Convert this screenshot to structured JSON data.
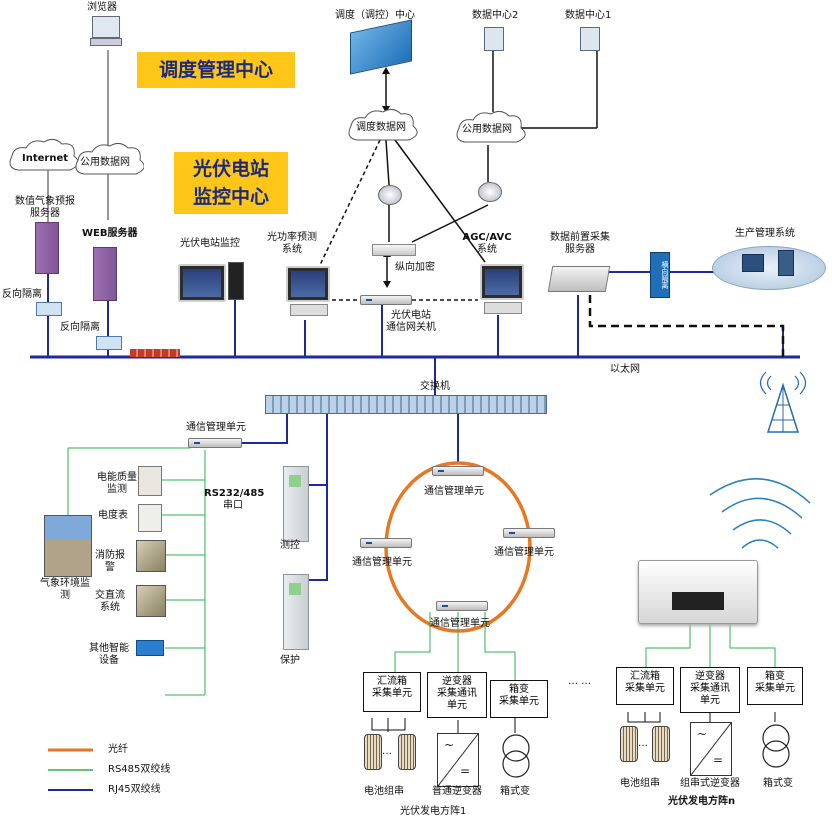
{
  "banners": {
    "dispatch_center": "调度管理中心",
    "pv_station_center_line1": "光伏电站",
    "pv_station_center_line2": "监控中心"
  },
  "top": {
    "browser": "浏览器",
    "dispatch_center": "调度（调控）中心",
    "data_center_2": "数据中心2",
    "data_center_1": "数据中心1",
    "dispatch_network": "调度数据网",
    "public_network_right": "公用数据网",
    "internet": "Internet",
    "public_network_left": "公用数据网"
  },
  "servers": {
    "weather_line1": "数值气象预报",
    "weather_line2": "服务器",
    "web_server": "WEB服务器",
    "reverse_isolation_1": "反向隔离",
    "reverse_isolation_2": "反向隔离",
    "pv_monitor": "光伏电站监控",
    "power_forecast_line1": "光功率预测",
    "power_forecast_line2": "系统",
    "vertical_encryption": "纵向加密",
    "agc_avc_line1": "AGC/AVC",
    "agc_avc_line2": "系统",
    "gateway_line1": "光伏电站",
    "gateway_line2": "通信网关机",
    "front_collect_line1": "数据前置采集",
    "front_collect_line2": "服务器",
    "horizontal_isolation": "横向隔离",
    "production_mgmt": "生产管理系统"
  },
  "network": {
    "ethernet": "以太网",
    "switch": "交换机"
  },
  "left_panel": {
    "comm_unit": "通信管理单元",
    "power_quality_line1": "电能质量",
    "power_quality_line2": "监测",
    "meter": "电度表",
    "rs_port_line1": "RS232/485",
    "rs_port_line2": "串口",
    "fire_alarm_line1": "消防报",
    "fire_alarm_line2": "警",
    "weather_monitor_line1": "气象环境监",
    "weather_monitor_line2": "测",
    "acdc_line1": "交直流",
    "acdc_line2": "系统",
    "other_line1": "其他智能",
    "other_line2": "设备",
    "measure_control": "测控",
    "protection": "保护"
  },
  "ring": {
    "top": "通信管理单元",
    "left": "通信管理单元",
    "right": "通信管理单元",
    "bottom": "通信管理单元"
  },
  "array1": {
    "combiner_line1": "汇流箱",
    "combiner_line2": "采集单元",
    "inverter_line1": "逆变器",
    "inverter_line2": "采集通讯",
    "inverter_line3": "单元",
    "boxtx_line1": "箱变",
    "boxtx_line2": "采集单元",
    "battery_string": "电池组串",
    "normal_inverter": "普通逆变器",
    "box_transformer": "箱式变",
    "title": "光伏发电方阵1",
    "ellipsis_dots": "…",
    "ellipsis": "… …"
  },
  "arrayn": {
    "combiner_line1": "汇流箱",
    "combiner_line2": "采集单元",
    "inverter_line1": "逆变器",
    "inverter_line2": "采集通讯",
    "inverter_line3": "单元",
    "boxtx_line1": "箱变",
    "boxtx_line2": "采集单元",
    "battery_string": "电池组串",
    "string_inverter": "组串式逆变器",
    "box_transformer": "箱式变",
    "title": "光伏发电方阵n",
    "ellipsis_dots": "…"
  },
  "legend": {
    "fiber": "光纤",
    "rs485": "RS485双绞线",
    "rj45": "RJ45双绞线",
    "fiber_color": "#e87722",
    "rs485_color": "#2db34a",
    "rj45_color": "#1c2a9c"
  }
}
